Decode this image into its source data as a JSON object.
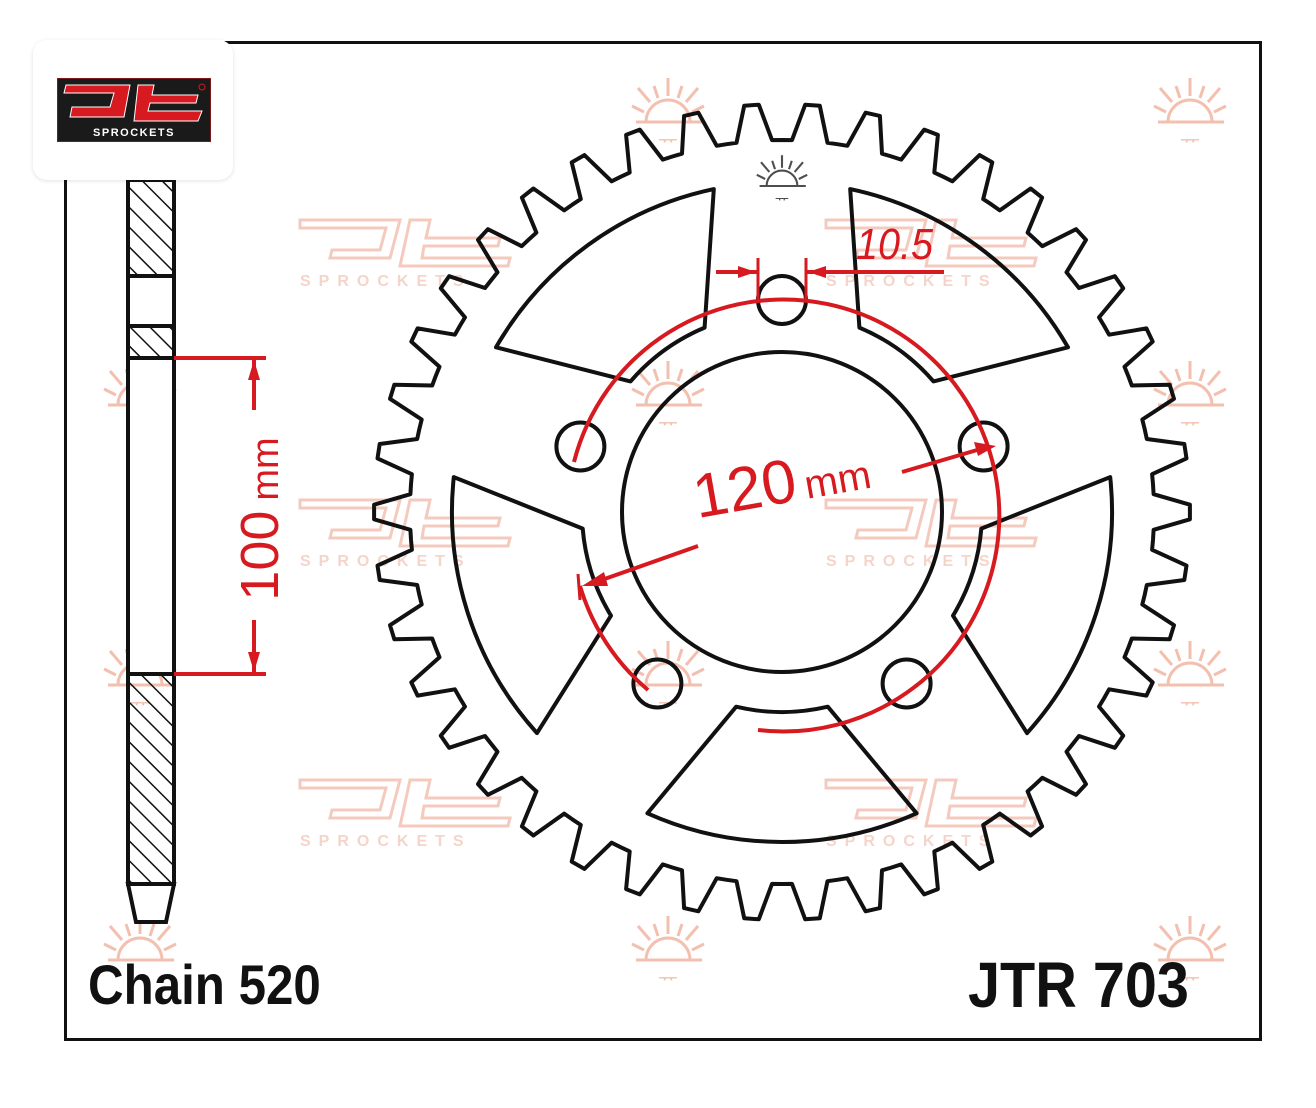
{
  "brand": {
    "name": "JT",
    "tagline": "SPROCKETS",
    "colors": {
      "red": "#d71920",
      "black": "#1a1a1a",
      "watermark": "#f2b9a6"
    }
  },
  "drawing": {
    "part_number": "JTR 703",
    "chain_label": "Chain 520",
    "dimensions": {
      "bolt_hole_diameter": {
        "value": "10.5",
        "unit": ""
      },
      "pcd": {
        "value": "120",
        "unit": "mm"
      },
      "center_bore": {
        "value": "100",
        "unit": "mm"
      }
    },
    "sprocket": {
      "teeth": 42,
      "bolt_holes": 5,
      "lightening_cutouts": 5
    },
    "line_color": "#111111",
    "dimension_color": "#d71920"
  }
}
